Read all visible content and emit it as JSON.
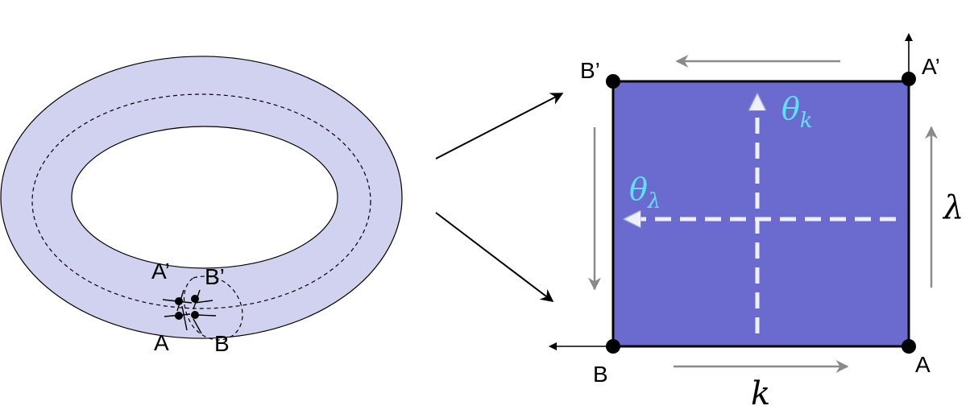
{
  "colors": {
    "torus_fill": "#d1d2f0",
    "square_fill": "#6b6bcf",
    "cyan_label": "#5de3f6",
    "dashed_white": "#eef0ff",
    "gray_arrow": "#8a8a8a",
    "black": "#000000"
  },
  "torus": {
    "labels": {
      "a_prime": "A’",
      "b_prime": "B’",
      "a": "A",
      "b": "B"
    }
  },
  "square": {
    "corners": {
      "b_prime": "B’",
      "a_prime": "A’",
      "b": "B",
      "a": "A"
    },
    "theta_k": {
      "base": "θ",
      "sub": "k"
    },
    "theta_lambda": {
      "base": "θ",
      "sub": "λ"
    },
    "side_labels": {
      "lambda": "λ",
      "k": "k"
    }
  }
}
